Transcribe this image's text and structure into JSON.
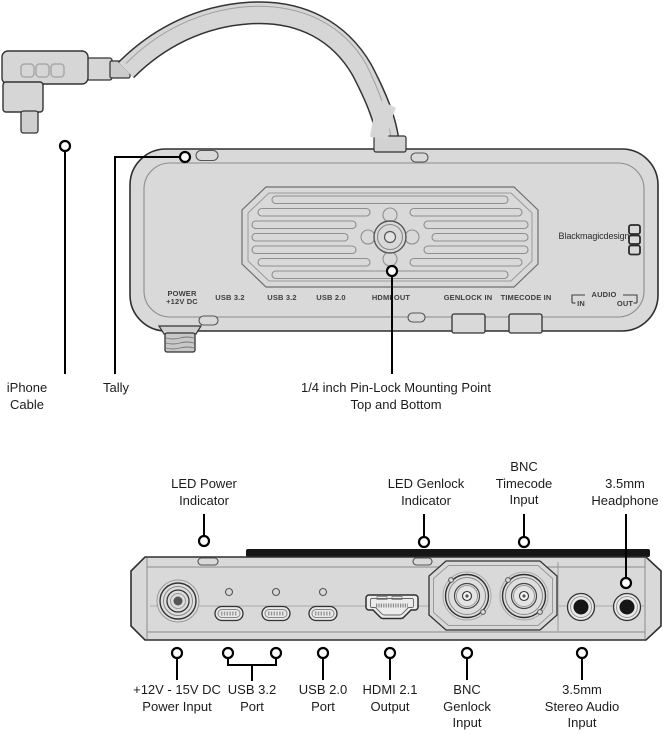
{
  "brand": "Blackmagicdesign",
  "colors": {
    "background": "#ffffff",
    "device_body": "#d9d9d9",
    "device_outline": "#2f2f2f",
    "detail_line": "#8c8c8c",
    "cable_fill": "#d6d6d6",
    "callout_line": "#000000",
    "label_text": "#1c1c1c",
    "panel_text": "#3f3f3f",
    "dark_edge": "#161616",
    "jack_black": "#161616"
  },
  "top_view": {
    "callouts": {
      "iphone_cable": {
        "line1": "iPhone",
        "line2": "Cable"
      },
      "tally": {
        "line1": "Tally"
      },
      "mounting_point": {
        "line1": "1/4 inch Pin-Lock Mounting Point",
        "line2": "Top and Bottom"
      }
    },
    "panel_labels": {
      "power": {
        "line1": "POWER",
        "line2": "+12V DC"
      },
      "usb_a": "USB 3.2",
      "usb_b": "USB 3.2",
      "usb_c": "USB 2.0",
      "hdmi": "HDMI OUT",
      "genlock": "GENLOCK IN",
      "timecode": "TIMECODE IN",
      "audio": {
        "label": "AUDIO",
        "in": "IN",
        "out": "OUT"
      }
    }
  },
  "rear_view": {
    "top_callouts": {
      "led_power": {
        "line1": "LED Power",
        "line2": "Indicator"
      },
      "led_genlock": {
        "line1": "LED Genlock",
        "line2": "Indicator"
      },
      "bnc_timecode": {
        "line1": "BNC",
        "line2": "Timecode",
        "line3": "Input"
      },
      "headphone": {
        "line1": "3.5mm",
        "line2": "Headphone"
      }
    },
    "bottom_callouts": {
      "power": {
        "line1": "+12V - 15V DC",
        "line2": "Power Input"
      },
      "usb32": {
        "line1": "USB 3.2",
        "line2": "Port"
      },
      "usb20": {
        "line1": "USB 2.0",
        "line2": "Port"
      },
      "hdmi": {
        "line1": "HDMI 2.1",
        "line2": "Output"
      },
      "bnc_genlock": {
        "line1": "BNC",
        "line2": "Genlock",
        "line3": "Input"
      },
      "stereo_audio": {
        "line1": "3.5mm",
        "line2": "Stereo Audio",
        "line3": "Input"
      }
    }
  }
}
